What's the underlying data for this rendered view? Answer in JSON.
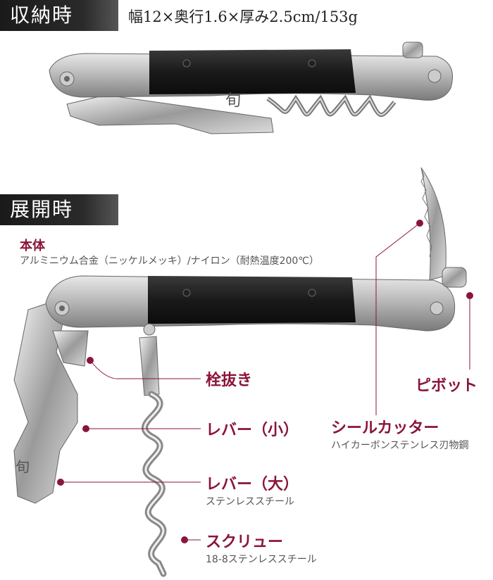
{
  "header": {
    "stored_label": "収納時",
    "dimensions": "幅12×奥行1.6×厚み2.5cm/153g",
    "open_label": "展開時"
  },
  "parts": {
    "body": {
      "title": "本体",
      "material": "アルミニウム合金（ニッケルメッキ）/ナイロン（耐熱温度200℃）"
    },
    "bottle_opener": {
      "title": "栓抜き"
    },
    "lever_small": {
      "title": "レバー（小）"
    },
    "lever_large": {
      "title": "レバー（大）",
      "material": "ステンレススチール"
    },
    "screw": {
      "title": "スクリュー",
      "material": "18-8ステンレススチール"
    },
    "seal_cutter": {
      "title": "シールカッター",
      "material": "ハイカーボンステンレス刃物鋼"
    },
    "pivot": {
      "title": "ピボット"
    }
  },
  "colors": {
    "accent": "#8b1538",
    "banner_bg": "#1a1a1a"
  }
}
